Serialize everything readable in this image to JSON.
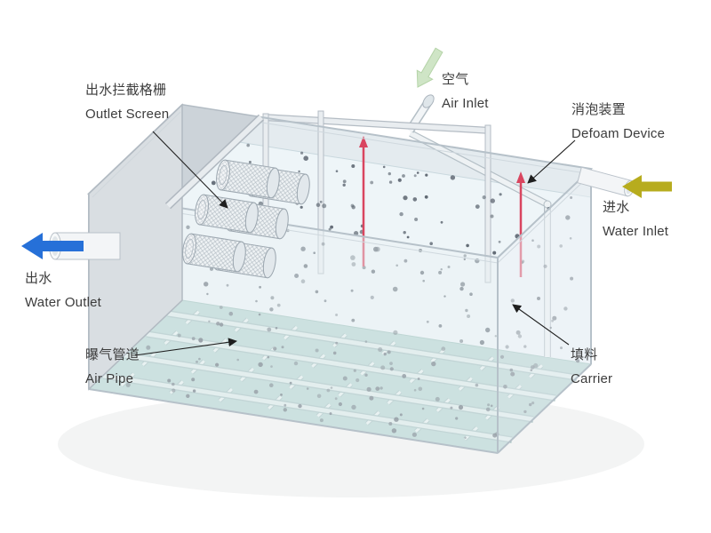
{
  "labels": {
    "outlet_screen": {
      "zh": "出水拦截格栅",
      "en": "Outlet Screen"
    },
    "air_inlet": {
      "zh": "空气",
      "en": "Air Inlet"
    },
    "defoam_device": {
      "zh": "消泡装置",
      "en": "Defoam Device"
    },
    "water_inlet": {
      "zh": "进水",
      "en": "Water Inlet"
    },
    "water_outlet": {
      "zh": "出水",
      "en": "Water Outlet"
    },
    "air_pipe": {
      "zh": "曝气管道",
      "en": "Air Pipe"
    },
    "carrier": {
      "zh": "填料",
      "en": "Carrier"
    }
  },
  "colors": {
    "water_outlet_arrow": "#2670d8",
    "water_inlet_arrow": "#b7ac1e",
    "air_inlet_arrow": "#cfe5c6",
    "defoam_device": "#d9455f",
    "annotation_arrow": "#1f1f1f",
    "tank_floor": "#b5d3cf",
    "water_surface": "#eef5f8",
    "carrier_dot": "#59626d"
  }
}
